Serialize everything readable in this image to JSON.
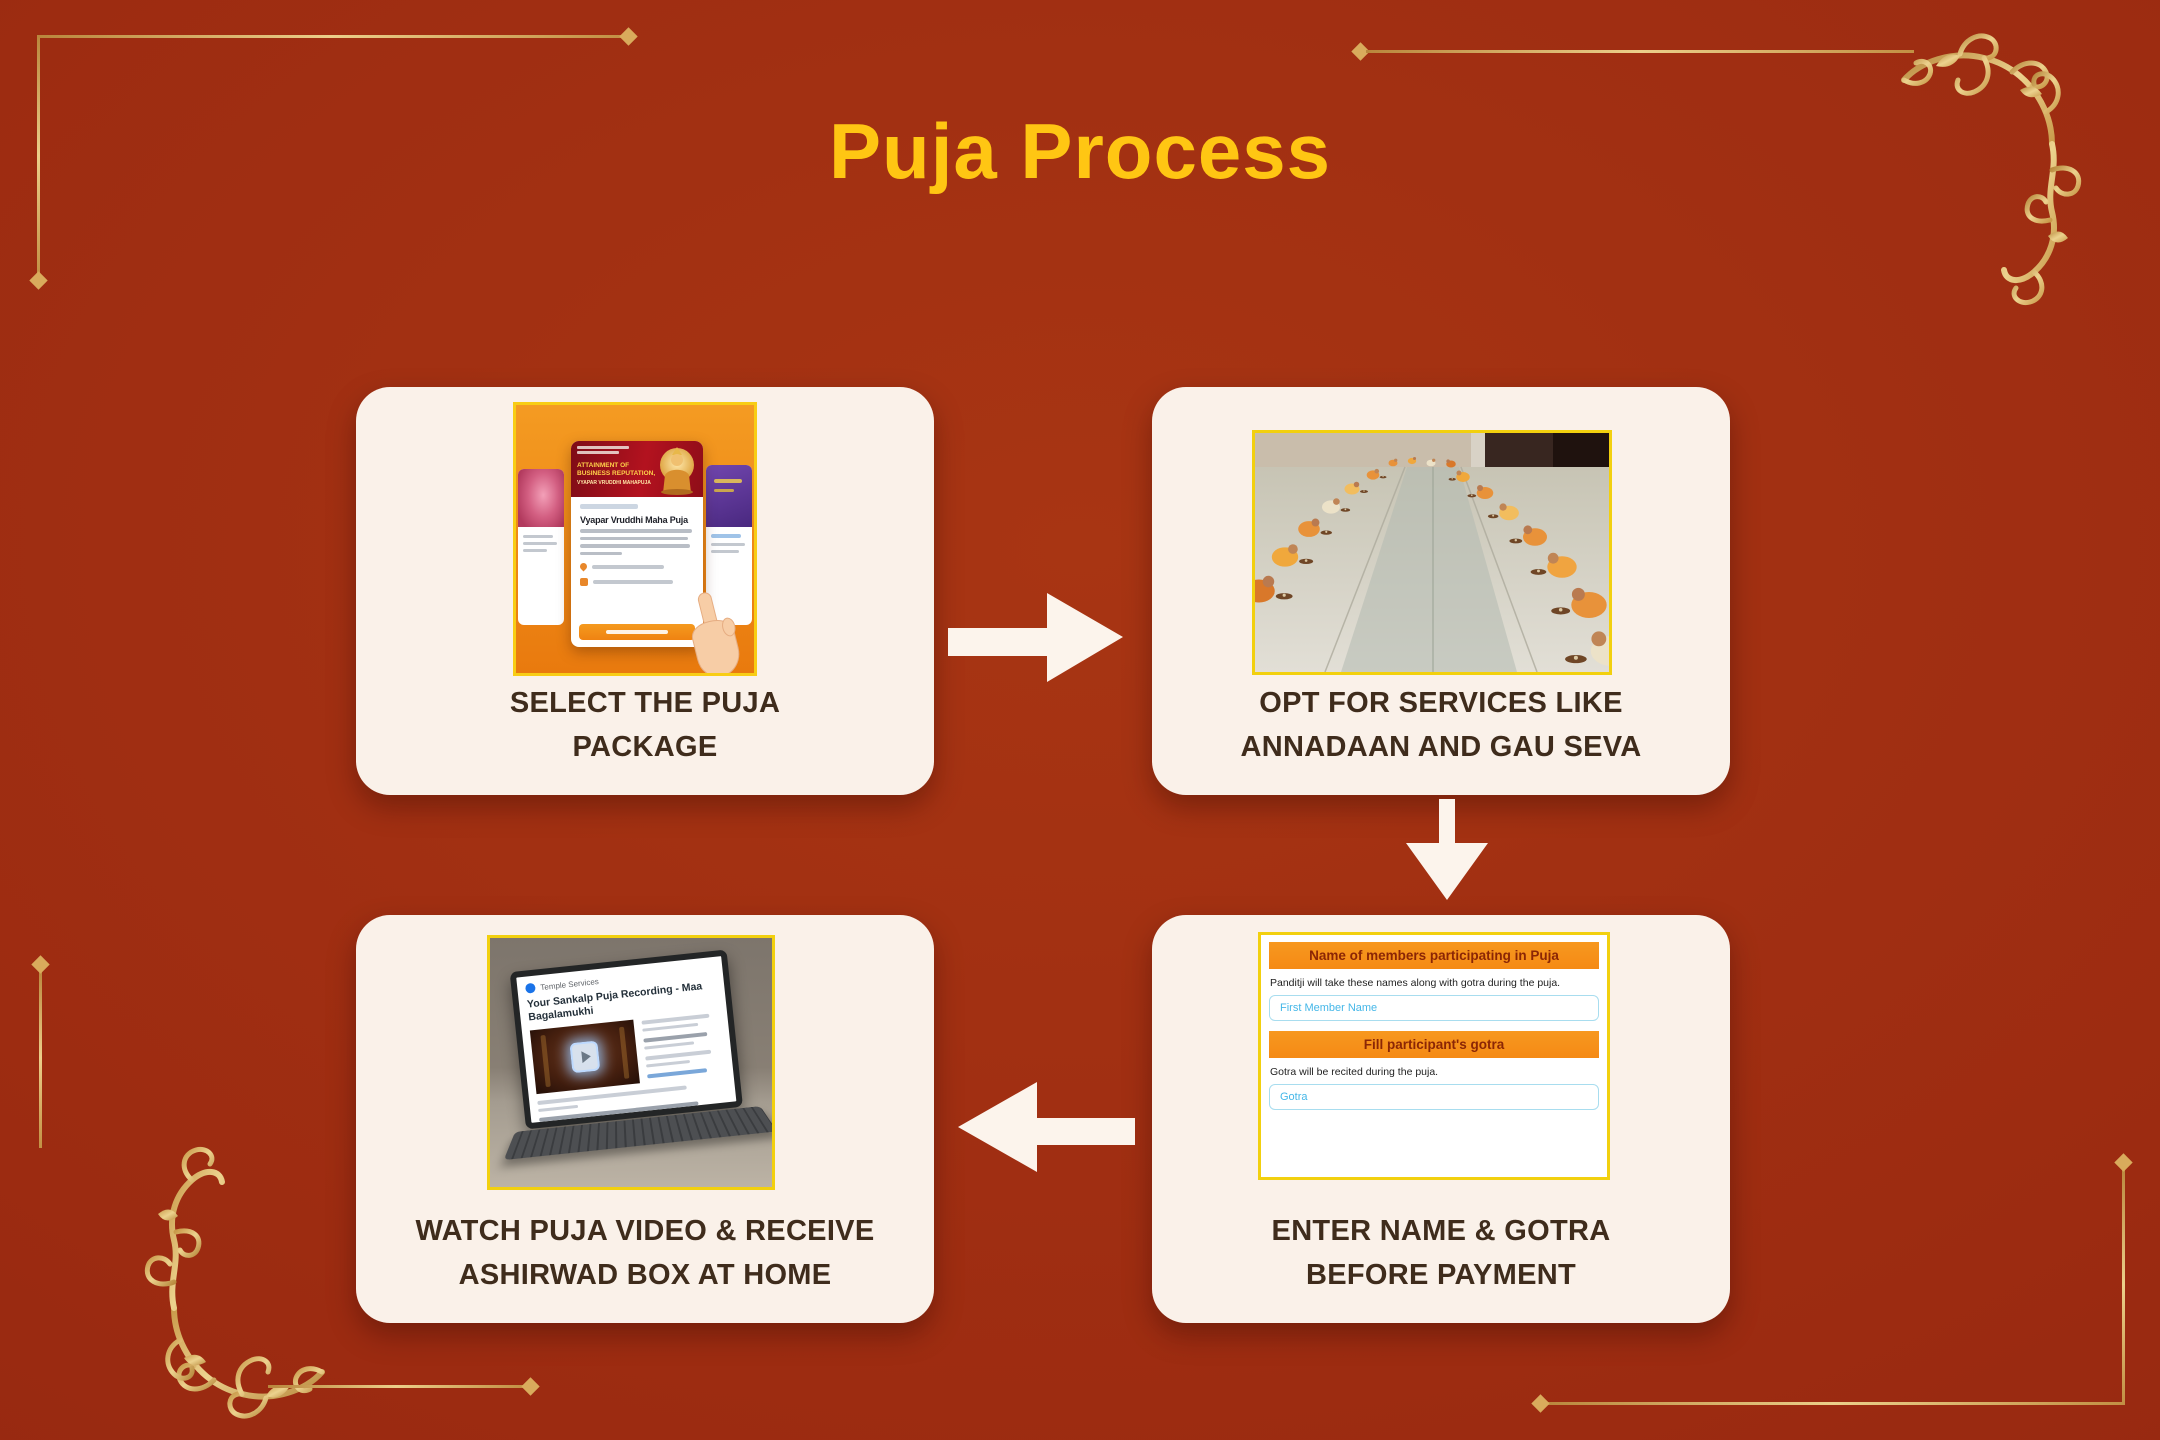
{
  "title": "Puja Process",
  "colors": {
    "background": "#9c2b11",
    "title_gold": "#ffc613",
    "card_background": "#faf1e9",
    "caption_text": "#3f2c1c",
    "frame_gold": "#d9ab5c",
    "image_border_yellow": "#f2d00e",
    "form_header_orange": "#f58f1a",
    "form_header_text": "#8b2605",
    "placeholder_blue": "#45b7e8",
    "arrow_cream": "#fcf4ec"
  },
  "icons": {
    "pointer_hand": "hand-pointer",
    "location": "location-pin",
    "date": "calendar",
    "play": "play-button",
    "sender": "avatar-circle"
  },
  "steps": [
    {
      "id": "select-package",
      "caption": [
        "SELECT THE PUJA",
        "PACKAGE"
      ],
      "app_card": {
        "banner": [
          "ATTAINMENT OF",
          "BUSINESS REPUTATION,",
          "VYAPAR VRUDDHI MAHAPUJA"
        ],
        "puja_title": "Vyapar Vruddhi Maha Puja"
      }
    },
    {
      "id": "opt-services",
      "caption": [
        "OPT FOR SERVICES LIKE",
        "ANNADAAN AND GAU SEVA"
      ]
    },
    {
      "id": "enter-details",
      "caption": [
        "ENTER NAME & GOTRA",
        "BEFORE PAYMENT"
      ],
      "form": {
        "section1_header": "Name of members participating in Puja",
        "section1_note": "Panditji will take these names along with gotra during the puja.",
        "member_placeholder": "First Member Name",
        "section2_header": "Fill participant's gotra",
        "section2_note": "Gotra will be recited during the puja.",
        "gotra_placeholder": "Gotra"
      }
    },
    {
      "id": "watch-video",
      "caption": [
        "WATCH PUJA VIDEO & RECEIVE",
        "ASHIRWAD BOX AT HOME"
      ],
      "email": {
        "sender": "Temple Services",
        "subject": [
          "Your Sankalp Puja Recording - Maa",
          "Bagalamukhi"
        ]
      }
    }
  ]
}
